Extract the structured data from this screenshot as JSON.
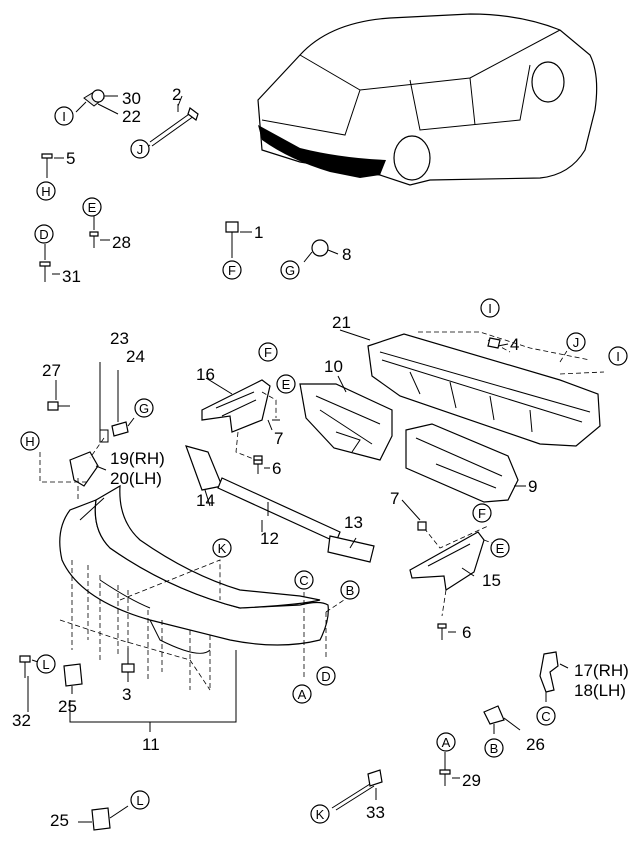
{
  "callouts": {
    "c1": "1",
    "c2": "2",
    "c3": "3",
    "c4": "4",
    "c5": "5",
    "c6a": "6",
    "c6b": "6",
    "c7a": "7",
    "c7b": "7",
    "c8": "8",
    "c9": "9",
    "c10": "10",
    "c11": "11",
    "c12": "12",
    "c13": "13",
    "c14": "14",
    "c15": "15",
    "c16": "16",
    "c17": "17(RH)",
    "c18": "18(LH)",
    "c19": "19(RH)",
    "c20": "20(LH)",
    "c21": "21",
    "c22": "22",
    "c23": "23",
    "c24": "24",
    "c25a": "25",
    "c25b": "25",
    "c26": "26",
    "c27": "27",
    "c28": "28",
    "c29": "29",
    "c30": "30",
    "c31": "31",
    "c32": "32",
    "c33": "33"
  },
  "markers": {
    "A1": "A",
    "A2": "A",
    "B1": "B",
    "B2": "B",
    "C1": "C",
    "C2": "C",
    "D1": "D",
    "D2": "D",
    "E1": "E",
    "E2": "E",
    "E3": "E",
    "F1": "F",
    "F2": "F",
    "F3": "F",
    "G1": "G",
    "G2": "G",
    "H1": "H",
    "H2": "H",
    "I1": "I",
    "I2": "I",
    "I3": "I",
    "J1": "J",
    "J2": "J",
    "K1": "K",
    "K2": "K",
    "L1": "L",
    "L2": "L"
  }
}
